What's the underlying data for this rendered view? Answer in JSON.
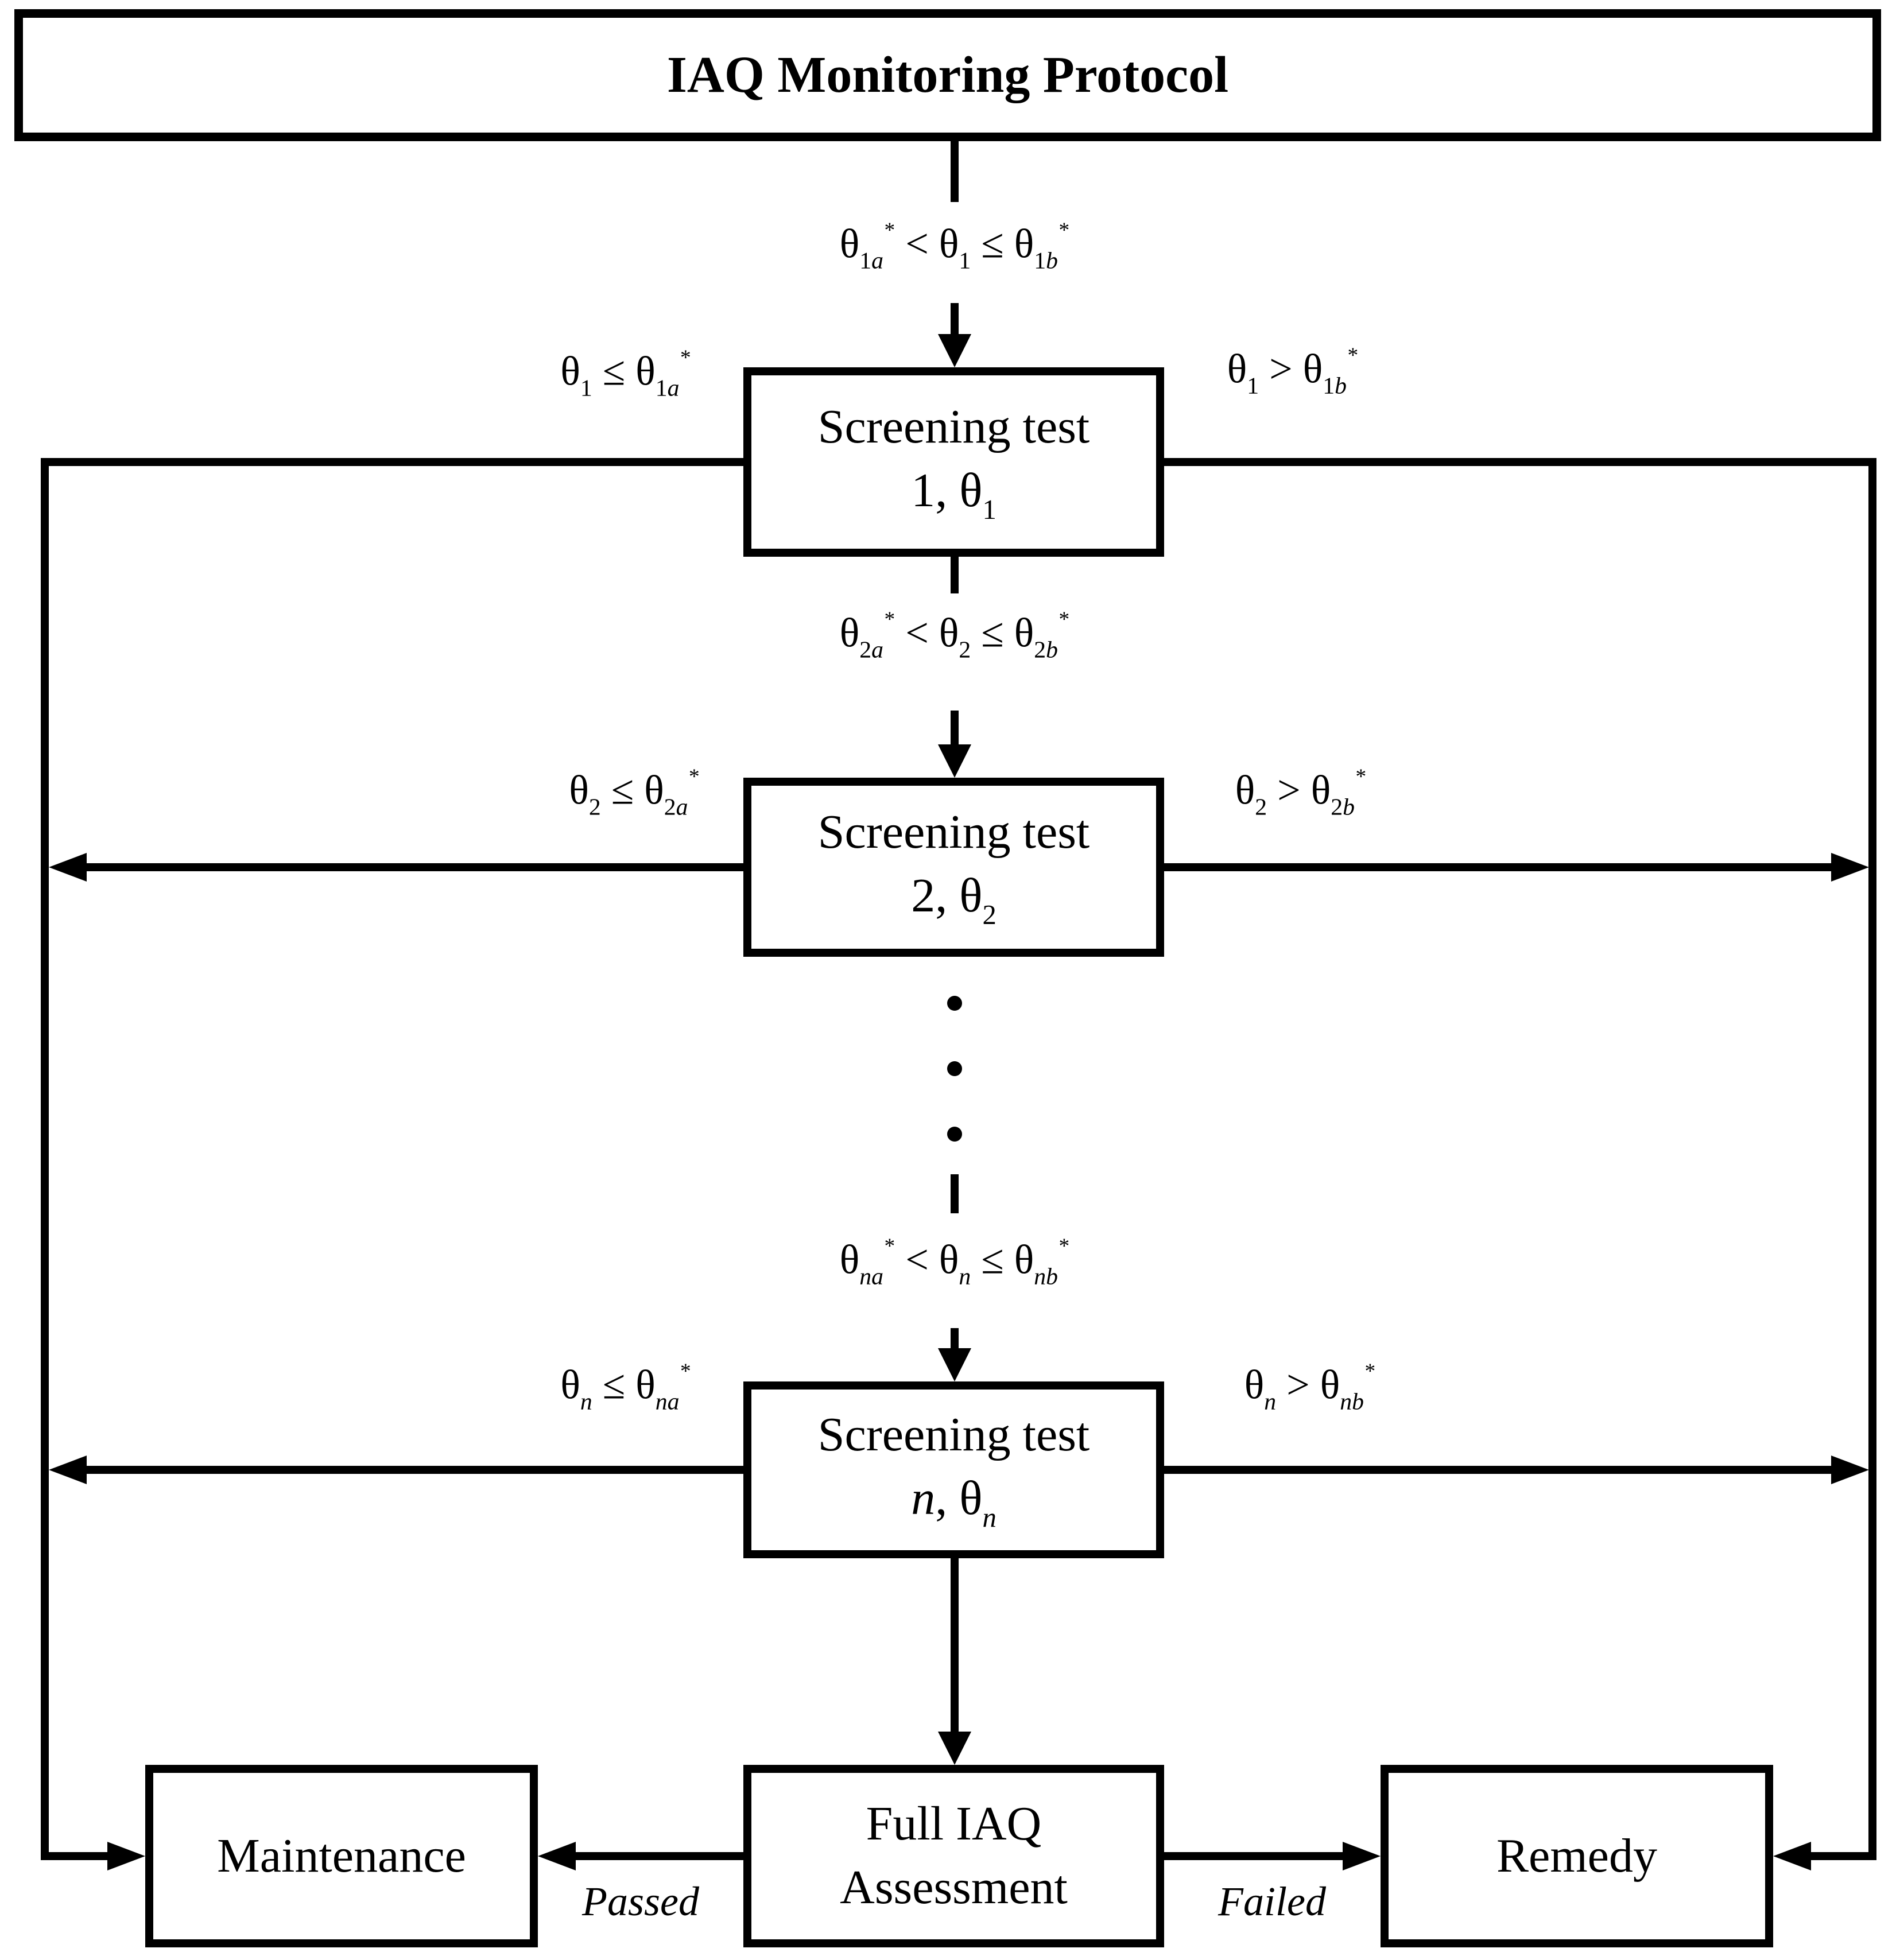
{
  "colors": {
    "ink": "#000000",
    "paper": "#ffffff"
  },
  "title": "IAQ Monitoring Protocol",
  "conditions": {
    "c1": [
      [
        "t",
        "θ"
      ],
      [
        "sub",
        "1"
      ],
      [
        "subi",
        "a"
      ],
      [
        "sup",
        "*"
      ],
      [
        "t",
        " < θ"
      ],
      [
        "sub",
        "1"
      ],
      [
        "t",
        " ≤ θ"
      ],
      [
        "sub",
        "1"
      ],
      [
        "subi",
        "b"
      ],
      [
        "sup",
        "*"
      ]
    ],
    "c2": [
      [
        "t",
        "θ"
      ],
      [
        "sub",
        "2"
      ],
      [
        "subi",
        "a"
      ],
      [
        "sup",
        "*"
      ],
      [
        "t",
        " < θ"
      ],
      [
        "sub",
        "2"
      ],
      [
        "t",
        " ≤ θ"
      ],
      [
        "sub",
        "2"
      ],
      [
        "subi",
        "b"
      ],
      [
        "sup",
        "*"
      ]
    ],
    "cn": [
      [
        "t",
        "θ"
      ],
      [
        "subi",
        "na"
      ],
      [
        "sup",
        "*"
      ],
      [
        "t",
        " < θ"
      ],
      [
        "subi",
        "n"
      ],
      [
        "t",
        " ≤ θ"
      ],
      [
        "subi",
        "nb"
      ],
      [
        "sup",
        "*"
      ]
    ]
  },
  "tests": {
    "t1": {
      "line1": "Screening test",
      "line2": [
        [
          "t",
          "1, θ"
        ],
        [
          "sub",
          "1"
        ]
      ]
    },
    "t2": {
      "line1": "Screening test",
      "line2": [
        [
          "t",
          "2, θ"
        ],
        [
          "sub",
          "2"
        ]
      ]
    },
    "tn": {
      "line1": "Screening test",
      "line2": [
        [
          "i",
          "n"
        ],
        [
          "t",
          ", θ"
        ],
        [
          "subi",
          "n"
        ]
      ]
    }
  },
  "branches": {
    "b1_left": [
      [
        "t",
        "θ"
      ],
      [
        "sub",
        "1"
      ],
      [
        "t",
        " ≤ θ"
      ],
      [
        "sub",
        "1"
      ],
      [
        "subi",
        "a"
      ],
      [
        "sup",
        "*"
      ]
    ],
    "b1_right": [
      [
        "t",
        "θ"
      ],
      [
        "sub",
        "1"
      ],
      [
        "t",
        " > θ"
      ],
      [
        "sub",
        "1"
      ],
      [
        "subi",
        "b"
      ],
      [
        "sup",
        "*"
      ]
    ],
    "b2_left": [
      [
        "t",
        "θ"
      ],
      [
        "sub",
        "2"
      ],
      [
        "t",
        " ≤ θ"
      ],
      [
        "sub",
        "2"
      ],
      [
        "subi",
        "a"
      ],
      [
        "sup",
        "*"
      ]
    ],
    "b2_right": [
      [
        "t",
        "θ"
      ],
      [
        "sub",
        "2"
      ],
      [
        "t",
        " > θ"
      ],
      [
        "sub",
        "2"
      ],
      [
        "subi",
        "b"
      ],
      [
        "sup",
        "*"
      ]
    ],
    "bn_left": [
      [
        "t",
        "θ"
      ],
      [
        "subi",
        "n"
      ],
      [
        "t",
        " ≤ θ"
      ],
      [
        "subi",
        "na"
      ],
      [
        "sup",
        "*"
      ]
    ],
    "bn_right": [
      [
        "t",
        "θ"
      ],
      [
        "subi",
        "n"
      ],
      [
        "t",
        " > θ"
      ],
      [
        "subi",
        "nb"
      ],
      [
        "sup",
        "*"
      ]
    ]
  },
  "outcomes": {
    "maintenance": "Maintenance",
    "assessment_line1": "Full IAQ",
    "assessment_line2": "Assessment",
    "remedy": "Remedy",
    "passed": "Passed",
    "failed": "Failed"
  }
}
